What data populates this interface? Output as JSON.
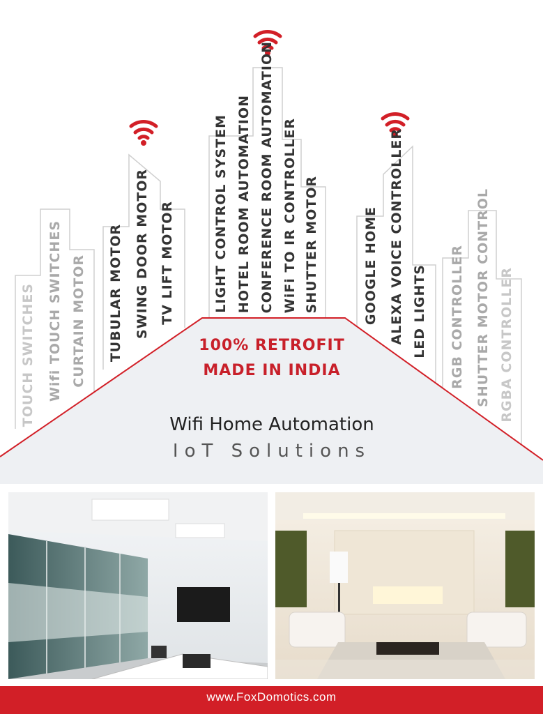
{
  "buildings": {
    "left": [
      "TOUCH SWITCHES",
      "Wifi TOUCH SWITCHES",
      "CURTAIN MOTOR"
    ],
    "left_center": [
      "TUBULAR MOTOR",
      "SWING DOOR MOTOR",
      "TV LIFT MOTOR"
    ],
    "center": [
      "LIGHT CONTROL SYSTEM",
      "HOTEL ROOM AUTOMATION",
      "CONFERENCE ROOM AUTOMATION",
      "WiFi TO IR CONTROLLER",
      "SHUTTER MOTOR"
    ],
    "right_center": [
      "GOOGLE HOME",
      "ALEXA VOICE CONTROLLER",
      "LED LIGHTS"
    ],
    "right": [
      "RGB CONTROLLER",
      "SHUTTER MOTOR CONTROL",
      "RGBA CONTROLLER"
    ]
  },
  "badge": {
    "line1": "100% RETROFIT",
    "line2": "MADE IN INDIA"
  },
  "headline": {
    "title": "Wifi Home Automation",
    "subtitle": "IoT Solutions"
  },
  "footer": {
    "url": "www.FoxDomotics.com"
  },
  "colors": {
    "accent": "#d21f27",
    "outline": "#d0d0d0",
    "roof_fill": "#eef0f3"
  },
  "icons": [
    "wifi-icon"
  ]
}
